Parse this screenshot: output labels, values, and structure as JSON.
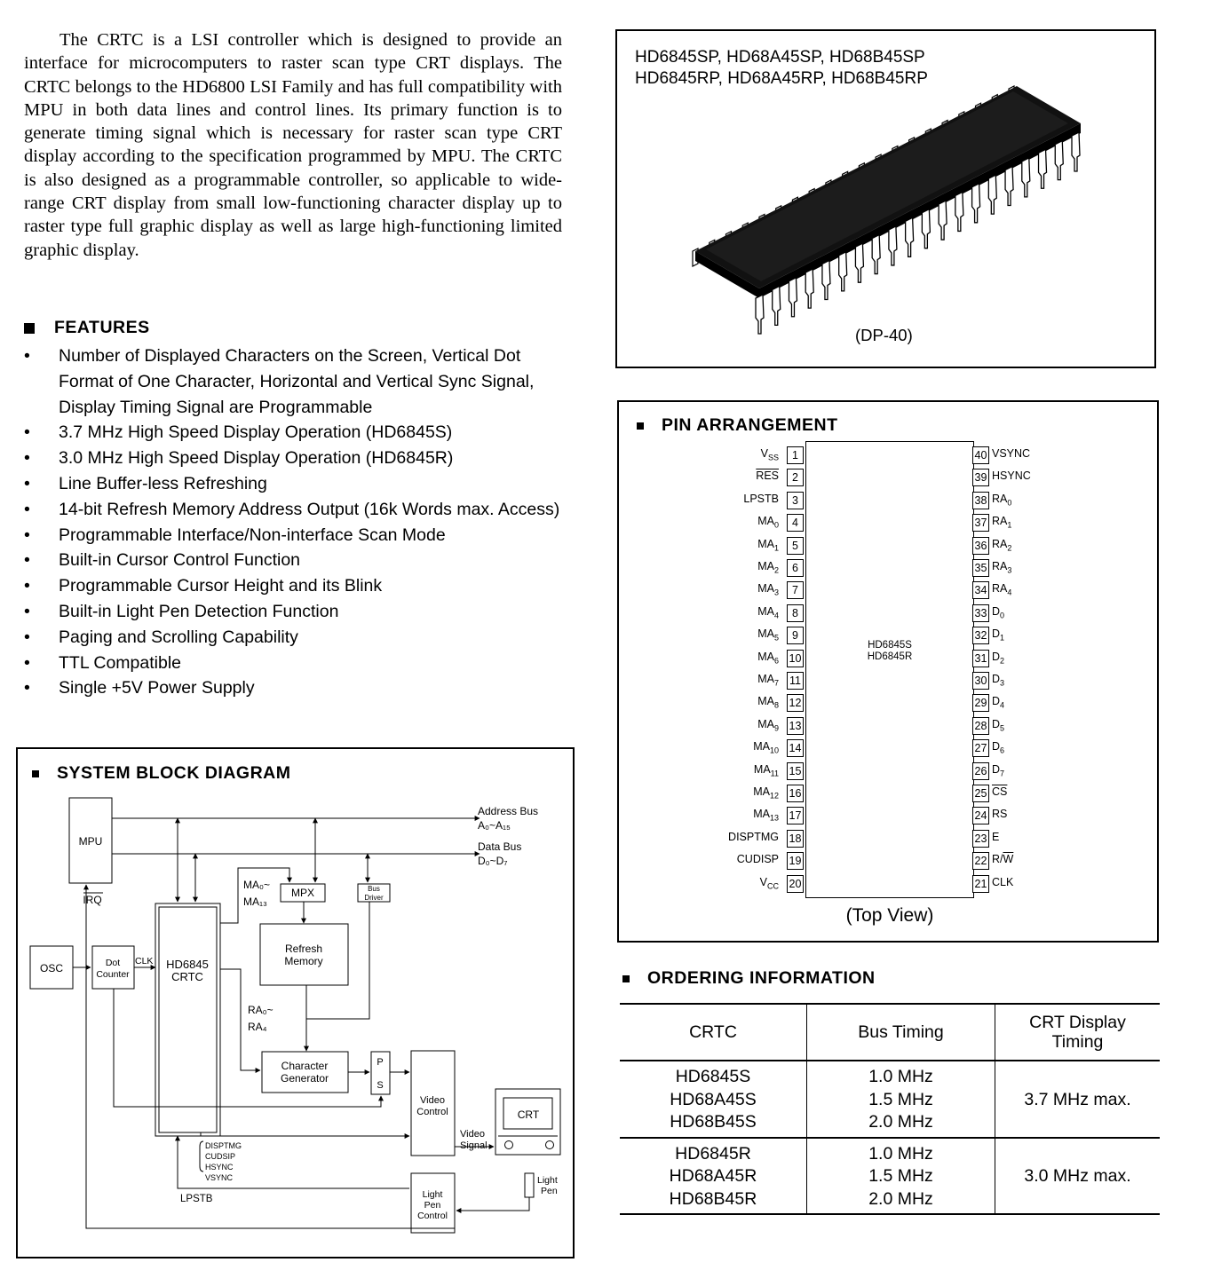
{
  "intro": "The CRTC is a LSI controller which is designed to provide an interface for microcomputers to raster scan type CRT displays. The CRTC belongs to the HD6800 LSI Family and has full compatibility with MPU in both data lines and control lines. Its primary function is to generate timing signal which is necessary for raster scan type CRT display according to the specification programmed by MPU. The CRTC is also designed as a programmable controller, so applicable to wide-range CRT display from small low-functioning character display up to raster type full graphic display as well as large high-functioning limited graphic display.",
  "features": {
    "title": "FEATURES",
    "bullet": "•",
    "items": [
      "Number of Displayed Characters on the Screen, Vertical Dot Format of One Character, Horizontal and Vertical Sync Signal, Display Timing Signal are Programmable",
      "3.7 MHz High Speed Display Operation (HD6845S)",
      "3.0 MHz High Speed Display Operation (HD6845R)",
      "Line Buffer-less Refreshing",
      "14-bit Refresh Memory Address Output (16k Words max. Access)",
      "Programmable Interface/Non-interface Scan Mode",
      "Built-in Cursor Control Function",
      "Programmable Cursor Height and its Blink",
      "Built-in Light Pen Detection Function",
      "Paging and Scrolling Capability",
      "TTL Compatible",
      "Single +5V Power Supply"
    ]
  },
  "package": {
    "line1": "HD6845SP, HD68A45SP, HD68B45SP",
    "line2": "HD6845RP, HD68A45RP, HD68B45RP",
    "caption": "(DP-40)"
  },
  "pin_arrangement": {
    "title": "PIN ARRANGEMENT",
    "chip_line1": "HD6845S",
    "chip_line2": "HD6845R",
    "view": "(Top View)",
    "left": [
      {
        "num": "1",
        "name": "V",
        "sub": "SS"
      },
      {
        "num": "2",
        "name": "RES",
        "over": true
      },
      {
        "num": "3",
        "name": "LPSTB"
      },
      {
        "num": "4",
        "name": "MA",
        "sub": "0"
      },
      {
        "num": "5",
        "name": "MA",
        "sub": "1"
      },
      {
        "num": "6",
        "name": "MA",
        "sub": "2"
      },
      {
        "num": "7",
        "name": "MA",
        "sub": "3"
      },
      {
        "num": "8",
        "name": "MA",
        "sub": "4"
      },
      {
        "num": "9",
        "name": "MA",
        "sub": "5"
      },
      {
        "num": "10",
        "name": "MA",
        "sub": "6"
      },
      {
        "num": "11",
        "name": "MA",
        "sub": "7"
      },
      {
        "num": "12",
        "name": "MA",
        "sub": "8"
      },
      {
        "num": "13",
        "name": "MA",
        "sub": "9"
      },
      {
        "num": "14",
        "name": "MA",
        "sub": "10"
      },
      {
        "num": "15",
        "name": "MA",
        "sub": "11"
      },
      {
        "num": "16",
        "name": "MA",
        "sub": "12"
      },
      {
        "num": "17",
        "name": "MA",
        "sub": "13"
      },
      {
        "num": "18",
        "name": "DISPTMG"
      },
      {
        "num": "19",
        "name": "CUDISP"
      },
      {
        "num": "20",
        "name": "V",
        "sub": "CC"
      }
    ],
    "right": [
      {
        "num": "40",
        "name": "VSYNC"
      },
      {
        "num": "39",
        "name": "HSYNC"
      },
      {
        "num": "38",
        "name": "RA",
        "sub": "0"
      },
      {
        "num": "37",
        "name": "RA",
        "sub": "1"
      },
      {
        "num": "36",
        "name": "RA",
        "sub": "2"
      },
      {
        "num": "35",
        "name": "RA",
        "sub": "3"
      },
      {
        "num": "34",
        "name": "RA",
        "sub": "4"
      },
      {
        "num": "33",
        "name": "D",
        "sub": "0"
      },
      {
        "num": "32",
        "name": "D",
        "sub": "1"
      },
      {
        "num": "31",
        "name": "D",
        "sub": "2"
      },
      {
        "num": "30",
        "name": "D",
        "sub": "3"
      },
      {
        "num": "29",
        "name": "D",
        "sub": "4"
      },
      {
        "num": "28",
        "name": "D",
        "sub": "5"
      },
      {
        "num": "27",
        "name": "D",
        "sub": "6"
      },
      {
        "num": "26",
        "name": "D",
        "sub": "7"
      },
      {
        "num": "25",
        "name": "CS",
        "over": true
      },
      {
        "num": "24",
        "name": "RS"
      },
      {
        "num": "23",
        "name": "E"
      },
      {
        "num": "22",
        "name": "R/W",
        "overW": true
      },
      {
        "num": "21",
        "name": "CLK"
      }
    ]
  },
  "block_diagram": {
    "title": "SYSTEM BLOCK DIAGRAM",
    "mpu": "MPU",
    "irq": "IRQ",
    "address_bus": "Address Bus",
    "address_range": "A₀~A₁₅",
    "data_bus": "Data Bus",
    "data_range": "D₀~D₇",
    "osc": "OSC",
    "dot": "Dot",
    "counter": "Counter",
    "clk": "CLK",
    "crtc1": "HD6845",
    "crtc2": "CRTC",
    "ma1": "MA₀~",
    "ma2": "MA₁₃",
    "mpx": "MPX",
    "bus1": "Bus",
    "bus2": "Driver",
    "refresh1": "Refresh",
    "refresh2": "Memory",
    "ra1": "RA₀~",
    "ra2": "RA₄",
    "chargen1": "Character",
    "chargen2": "Generator",
    "ps1": "P",
    "ps2": "S",
    "video1": "Video",
    "video2": "Control",
    "crt": "CRT",
    "vsig1": "Video",
    "vsig2": "Signal",
    "sig1": "DISPTMG",
    "sig2": "CUDSIP",
    "sig3": "HSYNC",
    "sig4": "VSYNC",
    "lpstb": "LPSTB",
    "lp1": "Light",
    "lp2": "Pen",
    "lp3": "Control",
    "pen1": "Light",
    "pen2": "Pen"
  },
  "ordering": {
    "title": "ORDERING INFORMATION",
    "headers": [
      "CRTC",
      "Bus Timing",
      "CRT Display",
      "Timing"
    ],
    "groups": [
      {
        "parts": [
          "HD6845S",
          "HD68A45S",
          "HD68B45S"
        ],
        "bus": [
          "1.0 MHz",
          "1.5 MHz",
          "2.0 MHz"
        ],
        "crt": "3.7 MHz max."
      },
      {
        "parts": [
          "HD6845R",
          "HD68A45R",
          "HD68B45R"
        ],
        "bus": [
          "1.0 MHz",
          "1.5 MHz",
          "2.0 MHz"
        ],
        "crt": "3.0 MHz max."
      }
    ]
  }
}
